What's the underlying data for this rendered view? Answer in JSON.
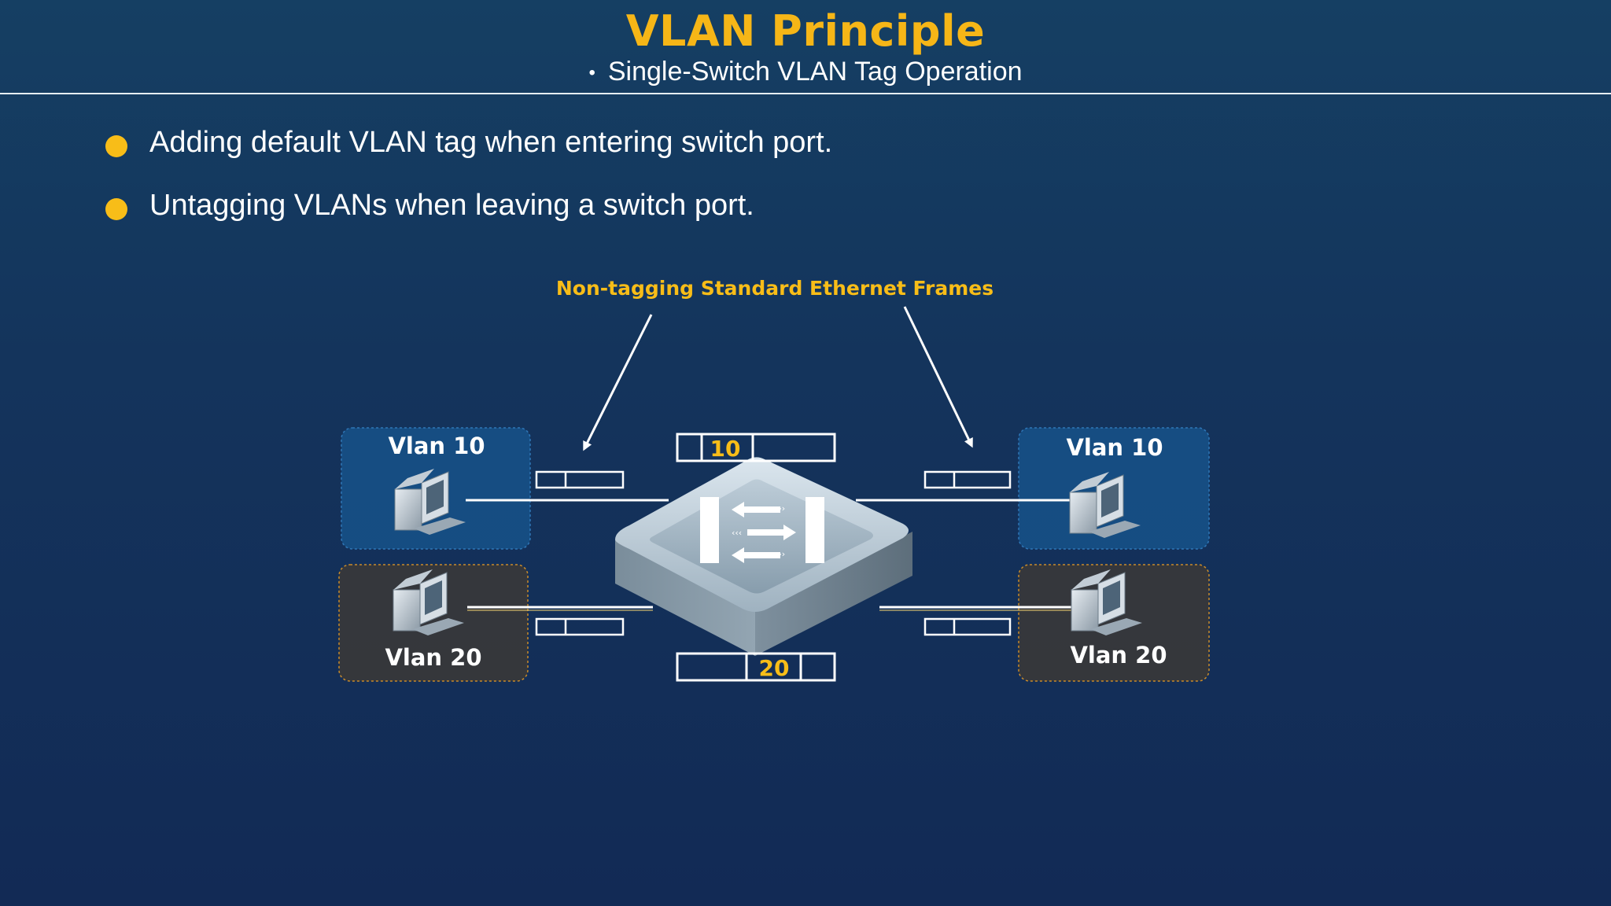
{
  "header": {
    "title": "VLAN Principle",
    "subtitle": "Single-Switch VLAN Tag Operation"
  },
  "bullets": [
    "Adding default VLAN tag when entering switch port.",
    "Untagging VLANs when leaving a switch port."
  ],
  "diagram": {
    "annotation": "Non-tagging Standard Ethernet Frames",
    "top_frame_tag": "10",
    "bottom_frame_tag": "20",
    "groups": {
      "left_top": "Vlan 10",
      "left_bottom": "Vlan 20",
      "right_top": "Vlan 10",
      "right_bottom": "Vlan 20"
    },
    "colors": {
      "accent": "#f8bd18",
      "vlan10_box": "#16528a",
      "vlan20_box": "#3a3838",
      "vlan20_border": "#c98b2a"
    }
  }
}
